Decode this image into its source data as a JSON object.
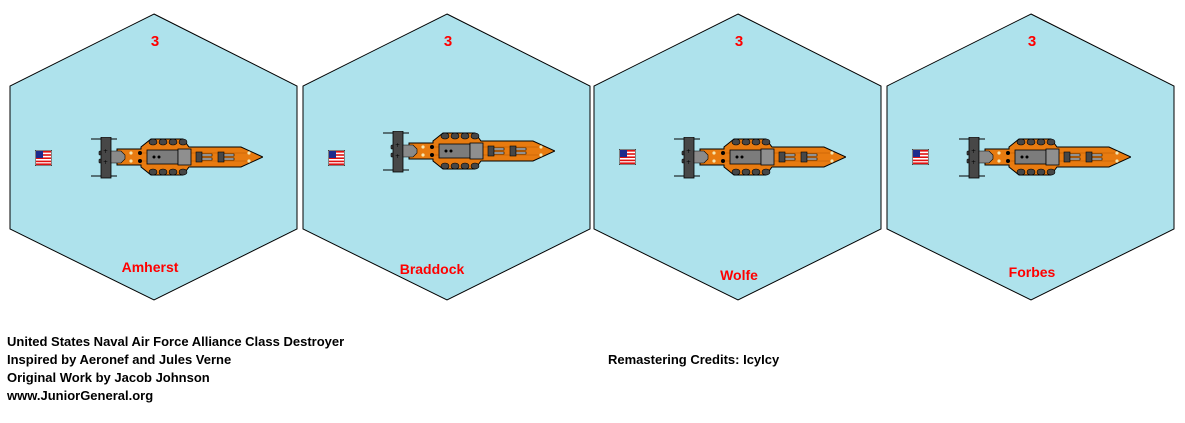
{
  "colors": {
    "hex_fill": "#aee2ec",
    "hex_stroke": "#000000",
    "label_red": "#ff0000",
    "hull_orange": "#e87b10",
    "deck_gray": "#7c7c7c",
    "dark_gray": "#474747"
  },
  "counters": [
    {
      "number": "3",
      "name": "Amherst",
      "flag_icon": "us-flag-icon"
    },
    {
      "number": "3",
      "name": "Braddock",
      "flag_icon": "us-flag-icon"
    },
    {
      "number": "3",
      "name": "Wolfe",
      "flag_icon": "us-flag-icon"
    },
    {
      "number": "3",
      "name": "Forbes",
      "flag_icon": "us-flag-icon"
    }
  ],
  "credits": {
    "lines": [
      "United States Naval Air Force Alliance Class Destroyer",
      "Inspired by Aeronef and Jules Verne",
      "Original Work by Jacob Johnson",
      "www.JuniorGeneral.org"
    ],
    "remastering": "Remastering Credits: IcyIcy"
  }
}
